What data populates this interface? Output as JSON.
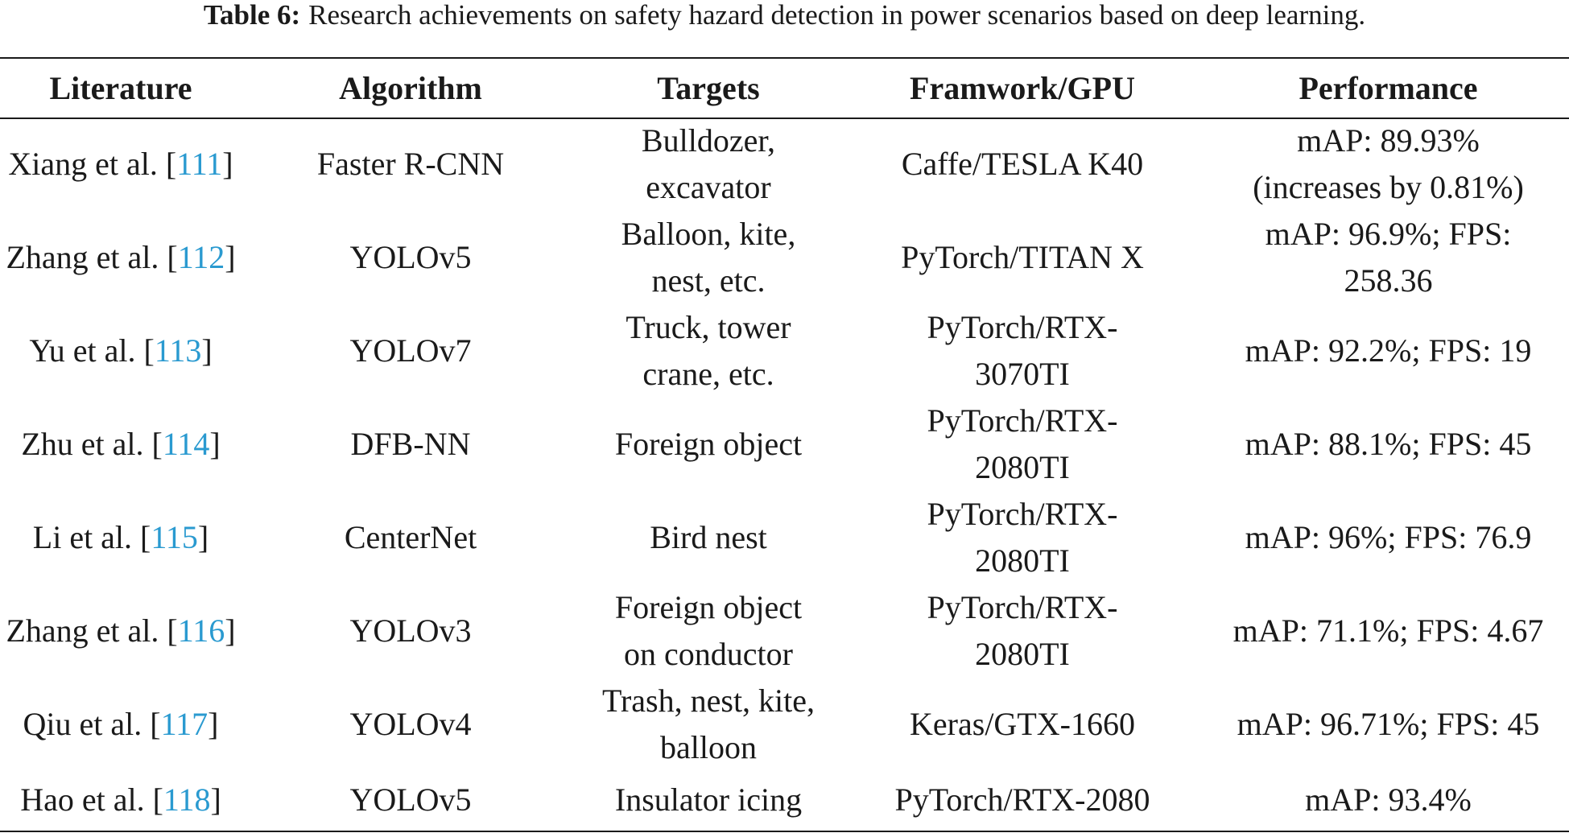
{
  "caption": {
    "label": "Table 6:",
    "text": "Research achievements on safety hazard detection in power scenarios based on deep learning."
  },
  "table": {
    "headers": [
      "Literature",
      "Algorithm",
      "Targets",
      "Framwork/GPU",
      "Performance"
    ],
    "rows": [
      {
        "author": "Xiang et al.",
        "ref": "111",
        "algorithm": "Faster R-CNN",
        "targets": [
          "Bulldozer,",
          "excavator"
        ],
        "framework": [
          "Caffe/TESLA K40"
        ],
        "performance": [
          "mAP: 89.93%",
          "(increases by 0.81%)"
        ]
      },
      {
        "author": "Zhang et al.",
        "ref": "112",
        "algorithm": "YOLOv5",
        "targets": [
          "Balloon, kite,",
          "nest, etc."
        ],
        "framework": [
          "PyTorch/TITAN X"
        ],
        "performance": [
          "mAP: 96.9%; FPS:",
          "258.36"
        ]
      },
      {
        "author": "Yu et al.",
        "ref": "113",
        "algorithm": "YOLOv7",
        "targets": [
          "Truck, tower",
          "crane, etc."
        ],
        "framework": [
          "PyTorch/RTX-",
          "3070TI"
        ],
        "performance": [
          "mAP: 92.2%; FPS: 19"
        ]
      },
      {
        "author": "Zhu et al.",
        "ref": "114",
        "algorithm": "DFB-NN",
        "targets": [
          "Foreign object"
        ],
        "framework": [
          "PyTorch/RTX-",
          "2080TI"
        ],
        "performance": [
          "mAP: 88.1%; FPS: 45"
        ]
      },
      {
        "author": "Li et al.",
        "ref": "115",
        "algorithm": "CenterNet",
        "targets": [
          "Bird nest"
        ],
        "framework": [
          "PyTorch/RTX-",
          "2080TI"
        ],
        "performance": [
          "mAP: 96%; FPS: 76.9"
        ]
      },
      {
        "author": "Zhang et al.",
        "ref": "116",
        "algorithm": "YOLOv3",
        "targets": [
          "Foreign object",
          "on conductor"
        ],
        "framework": [
          "PyTorch/RTX-",
          "2080TI"
        ],
        "performance": [
          "mAP: 71.1%; FPS: 4.67"
        ]
      },
      {
        "author": "Qiu et al.",
        "ref": "117",
        "algorithm": "YOLOv4",
        "targets": [
          "Trash, nest, kite,",
          "balloon"
        ],
        "framework": [
          "Keras/GTX-1660"
        ],
        "performance": [
          "mAP: 96.71%; FPS: 45"
        ]
      },
      {
        "author": "Hao et al.",
        "ref": "118",
        "algorithm": "YOLOv5",
        "targets": [
          "Insulator icing"
        ],
        "framework": [
          "PyTorch/RTX-2080"
        ],
        "performance": [
          "mAP: 93.4%"
        ]
      }
    ]
  },
  "colors": {
    "reference_link": "#2a9ad0",
    "text": "#1a1a1a",
    "rule": "#1a1a1a"
  }
}
